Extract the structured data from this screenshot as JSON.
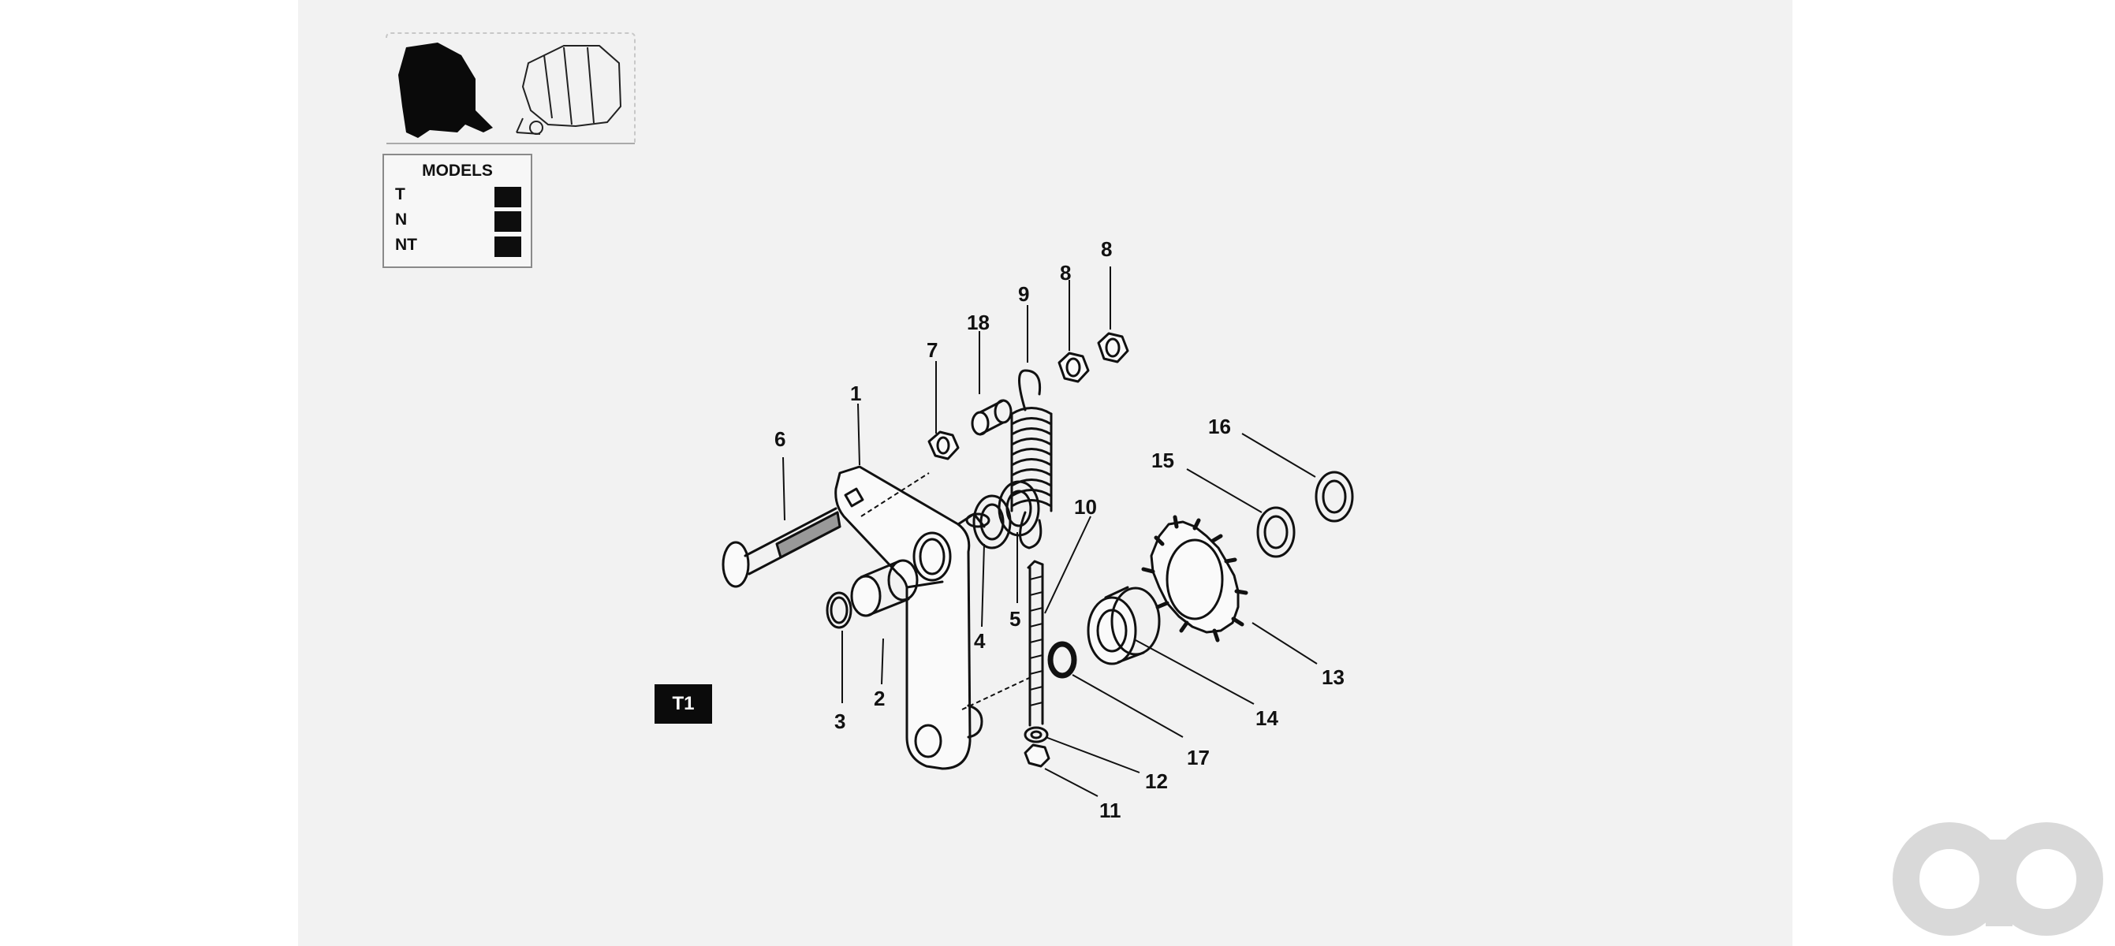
{
  "models_box": {
    "title": "MODELS",
    "rows": [
      {
        "label": "T",
        "selected": true
      },
      {
        "label": "N",
        "selected": true
      },
      {
        "label": "NT",
        "selected": true
      }
    ]
  },
  "view_tag": "T1",
  "callouts": [
    "1",
    "2",
    "3",
    "4",
    "5",
    "6",
    "7",
    "8",
    "8",
    "9",
    "10",
    "11",
    "12",
    "13",
    "14",
    "15",
    "16",
    "17",
    "18"
  ],
  "icons": {
    "baler_filled": "round-baler-silhouette-filled",
    "baler_outline": "round-baler-silhouette-outline",
    "watermark": "ao-logo"
  },
  "colors": {
    "sheet": "#f2f2f2",
    "ink": "#111111",
    "watermark": "#d9d9d9"
  }
}
